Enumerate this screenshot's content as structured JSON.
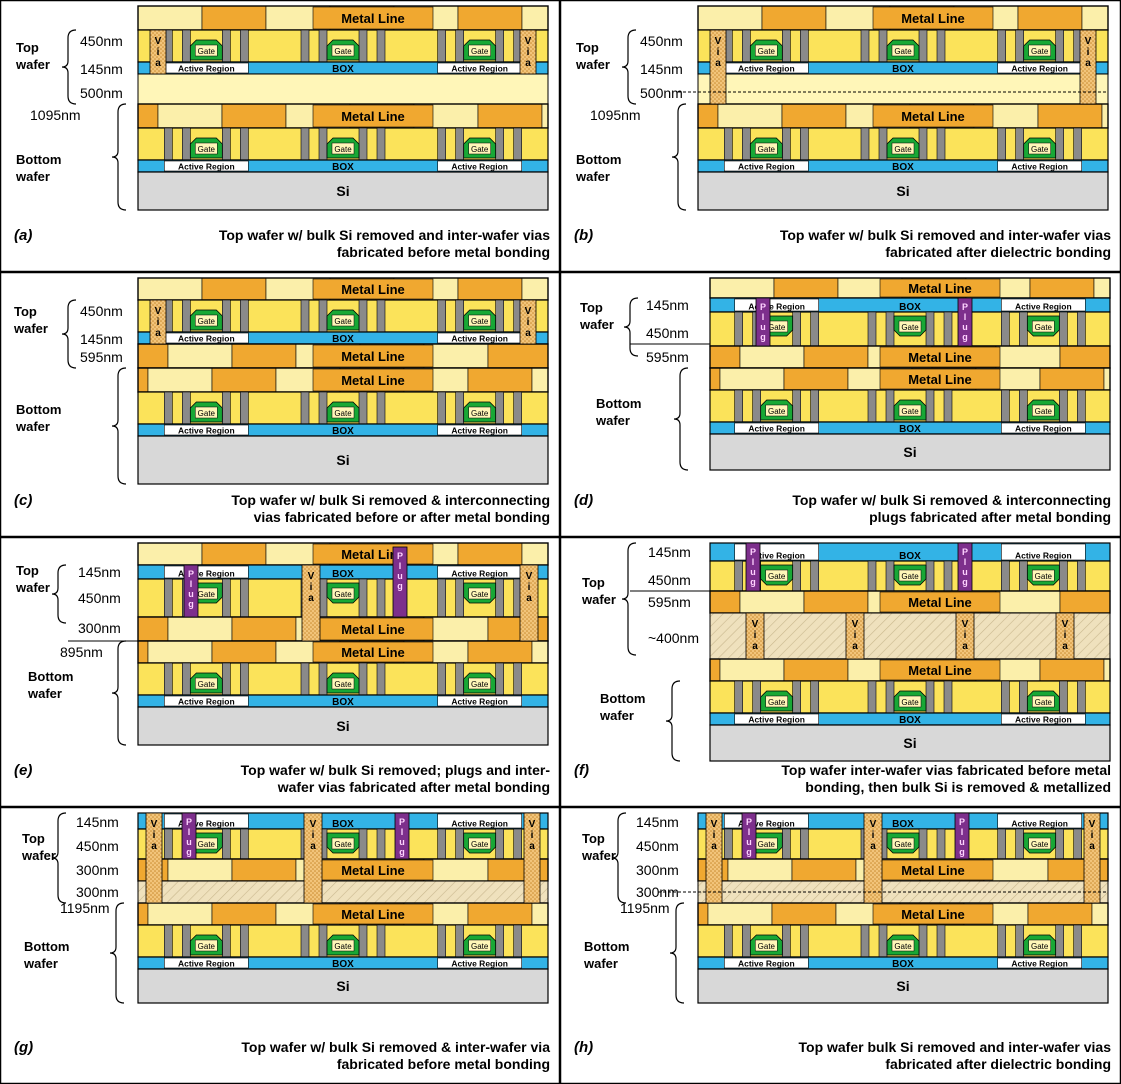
{
  "colors": {
    "metal": "#f0a830",
    "metal_light": "#fbefaa",
    "dielectric": "#fbe35a",
    "box": "#33b3e6",
    "si": "#d8d8d8",
    "via_fill": "#f2c47a",
    "plug": "#7d2f8c",
    "gate": "#18a835",
    "gate_label_bg": "#fff6b8",
    "contact": "#8a8a8a",
    "bonding_hatch": "#efe1bd",
    "black": "#000000"
  },
  "labels": {
    "metal_line": "Metal Line",
    "box": "BOX",
    "si": "Si",
    "gate": "Gate",
    "active_region": "Active Region",
    "via": "Via",
    "plug": "Plug",
    "top_wafer_1": "Top",
    "top_wafer_2": "wafer",
    "bottom_wafer_1": "Bottom",
    "bottom_wafer_2": "wafer"
  },
  "panels": {
    "a": {
      "letter": "(a)",
      "caption1": "Top wafer w/ bulk Si removed and inter-wafer vias",
      "caption2": "fabricated before metal bonding",
      "dims": [
        "450nm",
        "145nm",
        "500nm",
        "1095nm"
      ]
    },
    "b": {
      "letter": "(b)",
      "caption1": "Top wafer w/ bulk Si removed and inter-wafer vias",
      "caption2": "fabricated after dielectric bonding",
      "dims": [
        "450nm",
        "145nm",
        "500nm",
        "1095nm"
      ]
    },
    "c": {
      "letter": "(c)",
      "caption1": "Top wafer w/ bulk Si removed & interconnecting",
      "caption2": "vias fabricated before or after metal bonding",
      "dims": [
        "450nm",
        "145nm",
        "595nm"
      ]
    },
    "d": {
      "letter": "(d)",
      "caption1": "Top wafer w/ bulk Si removed & interconnecting",
      "caption2": "plugs fabricated after metal bonding",
      "dims": [
        "145nm",
        "450nm",
        "595nm"
      ]
    },
    "e": {
      "letter": "(e)",
      "caption1": "Top wafer w/ bulk Si removed; plugs and inter-",
      "caption2": "wafer vias fabricated after metal bonding",
      "dims": [
        "145nm",
        "450nm",
        "300nm",
        "895nm"
      ]
    },
    "f": {
      "letter": "(f)",
      "caption1": "Top wafer inter-wafer vias fabricated before metal",
      "caption2": "bonding, then bulk Si is removed & metallized",
      "dims": [
        "145nm",
        "450nm",
        "595nm",
        "~400nm"
      ]
    },
    "g": {
      "letter": "(g)",
      "caption1": "Top wafer w/ bulk Si removed & inter-wafer via",
      "caption2": "fabricated before metal bonding",
      "dims": [
        "145nm",
        "450nm",
        "300nm",
        "300nm",
        "1195nm"
      ]
    },
    "h": {
      "letter": "(h)",
      "caption1": "Top wafer bulk Si removed and inter-wafer vias",
      "caption2": "fabricated after dielectric bonding",
      "dims": [
        "145nm",
        "450nm",
        "300nm",
        "300nm",
        "1195nm"
      ]
    }
  }
}
